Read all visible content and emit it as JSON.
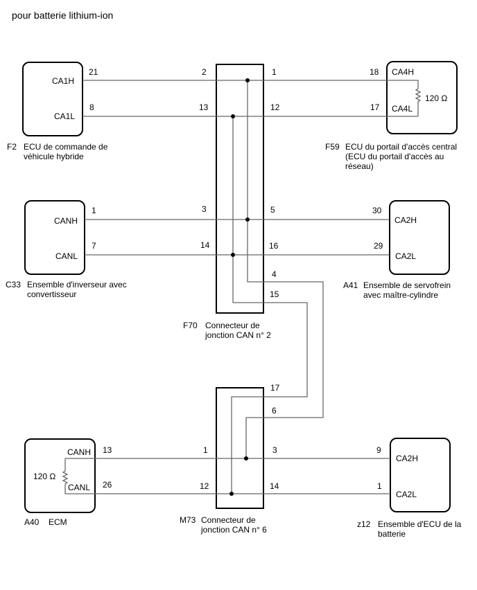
{
  "header": {
    "title": "pour batterie lithium-ion"
  },
  "components": {
    "f2": {
      "code": "F2",
      "name_line1": "ECU de commande de",
      "name_line2": "véhicule hybride",
      "pins": [
        {
          "label": "CA1H",
          "num": "21"
        },
        {
          "label": "CA1L",
          "num": "8"
        }
      ]
    },
    "f59": {
      "code": "F59",
      "name_line1": "ECU du portail d'accès central",
      "name_line2": "(ECU du portail d'accès au",
      "name_line3": "réseau)",
      "pins": [
        {
          "label": "CA4H",
          "num": "18"
        },
        {
          "label": "CA4L",
          "num": "17"
        }
      ],
      "resistor": "120 Ω"
    },
    "c33": {
      "code": "C33",
      "name_line1": "Ensemble d'inverseur avec",
      "name_line2": "convertisseur",
      "pins": [
        {
          "label": "CANH",
          "num": "1"
        },
        {
          "label": "CANL",
          "num": "7"
        }
      ]
    },
    "a41": {
      "code": "A41",
      "name_line1": "Ensemble de servofrein",
      "name_line2": "avec maître-cylindre",
      "pins": [
        {
          "label": "CA2H",
          "num": "30"
        },
        {
          "label": "CA2L",
          "num": "29"
        }
      ]
    },
    "a40": {
      "code": "A40",
      "name_line1": "ECM",
      "pins": [
        {
          "label": "CANH",
          "num": "13"
        },
        {
          "label": "CANL",
          "num": "26"
        }
      ],
      "resistor": "120 Ω"
    },
    "z12": {
      "code": "z12",
      "name_line1": "Ensemble d'ECU de la",
      "name_line2": "batterie",
      "pins": [
        {
          "label": "CA2H",
          "num": "9"
        },
        {
          "label": "CA2L",
          "num": "1"
        }
      ]
    }
  },
  "connectors": {
    "f70": {
      "code": "F70",
      "name_line1": "Connecteur de",
      "name_line2": "jonction CAN n° 2",
      "left_pins": [
        "2",
        "13",
        "3",
        "14"
      ],
      "right_pins": [
        "1",
        "12",
        "5",
        "16",
        "4",
        "15"
      ]
    },
    "m73": {
      "code": "M73",
      "name_line1": "Connecteur de",
      "name_line2": "jonction CAN n° 6",
      "left_pins": [
        "1",
        "12"
      ],
      "right_pins": [
        "17",
        "6",
        "3",
        "14"
      ]
    }
  }
}
